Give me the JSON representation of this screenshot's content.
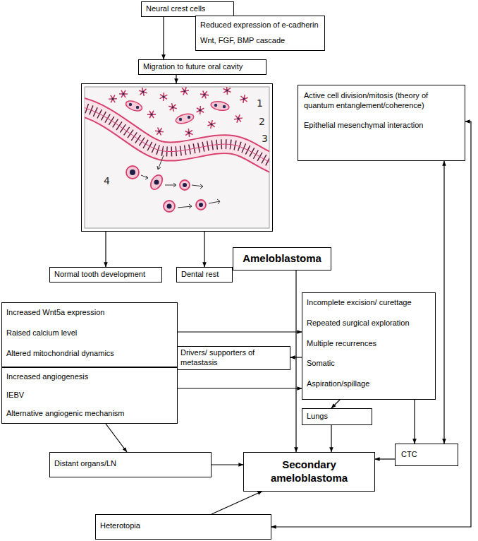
{
  "diagram": {
    "nodes": [
      {
        "text": [
          "Neural crest cells"
        ]
      },
      {
        "text": [
          "Reduced expression of e-cadherin",
          "Wnt, FGF, BMP cascade"
        ]
      },
      {
        "text": [
          "Migration to future oral cavity"
        ]
      },
      {
        "text": [
          "1",
          "2",
          "3",
          "4"
        ]
      },
      {
        "text": [
          "Active cell division/mitosis (theory of quantum entanglement/coherence)",
          "Epithelial mesenchymal interaction"
        ]
      },
      {
        "text": [
          "Normal tooth development"
        ]
      },
      {
        "text": [
          "Dental rest"
        ]
      },
      {
        "text": [
          "Ameloblastoma"
        ]
      },
      {
        "text": [
          "Increased Wnt5a expression",
          "Raised calcium level",
          "Altered mitochondrial dynamics"
        ]
      },
      {
        "text": [
          "Drivers/ supporters of metastasis"
        ]
      },
      {
        "text": [
          "Increased angiogenesis",
          "IEBV",
          "Alternative angiogenic mechanism"
        ]
      },
      {
        "text": [
          "Incomplete excision/ curettage",
          "Repeated surgical exploration",
          "Multiple recurrences",
          "Somatic",
          "Aspiration/spillage"
        ]
      },
      {
        "text": [
          "Lungs"
        ]
      },
      {
        "text": [
          "CTC"
        ]
      },
      {
        "text": [
          "Distant organs/LN"
        ]
      },
      {
        "text": [
          "Secondary ameloblastoma"
        ]
      },
      {
        "text": [
          "Heterotopia"
        ]
      }
    ],
    "edges": [
      {
        "from": 0,
        "to": 2,
        "arrow": "to"
      },
      {
        "from": 2,
        "to": 3,
        "arrow": "to"
      },
      {
        "from": 3,
        "to": 5,
        "arrow": "to"
      },
      {
        "from": 3,
        "to": 6,
        "arrow": "to"
      },
      {
        "from": 7,
        "to": 15,
        "arrow": "to"
      },
      {
        "from": 8,
        "to": 11,
        "arrow": "to"
      },
      {
        "from": 10,
        "to": 11,
        "arrow": "to"
      },
      {
        "from": 11,
        "to": 9,
        "arrow": "to"
      },
      {
        "from": 10,
        "to": 14,
        "arrow": "to"
      },
      {
        "from": 14,
        "to": 15,
        "arrow": "to"
      },
      {
        "from": 11,
        "to": 12,
        "arrow": "to"
      },
      {
        "from": 12,
        "to": 15,
        "arrow": "to"
      },
      {
        "from": 11,
        "to": 13,
        "arrow": "to"
      },
      {
        "from": 13,
        "to": 15,
        "arrow": "to"
      },
      {
        "from": 13,
        "to": 4,
        "arrow": "both"
      },
      {
        "from": 16,
        "to": 15,
        "arrow": "to"
      },
      {
        "from": 16,
        "to": 4,
        "arrow": "both"
      }
    ]
  }
}
